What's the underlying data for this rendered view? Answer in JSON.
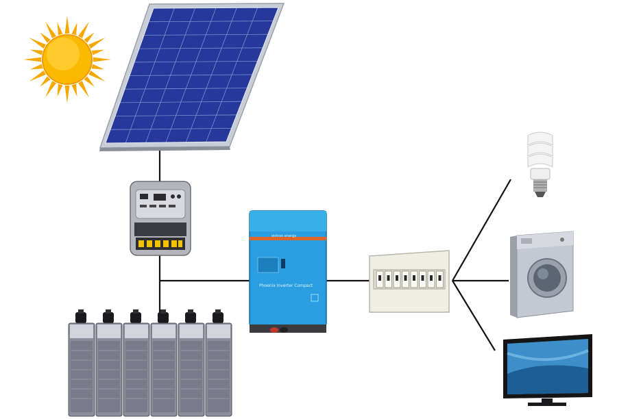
{
  "diagram": {
    "components": [
      {
        "id": "sun",
        "icon": "sun-icon"
      },
      {
        "id": "solar-panel",
        "icon": "solar-panel-icon"
      },
      {
        "id": "charge-controller",
        "icon": "charge-controller-icon"
      },
      {
        "id": "battery-bank",
        "icon": "battery-icon",
        "cell_count": 6
      },
      {
        "id": "inverter",
        "icon": "inverter-icon"
      },
      {
        "id": "breaker-panel",
        "icon": "breaker-panel-icon",
        "breaker_count": 8
      },
      {
        "id": "lamp",
        "icon": "cfl-bulb-icon"
      },
      {
        "id": "washing-machine",
        "icon": "washing-machine-icon"
      },
      {
        "id": "television",
        "icon": "tv-icon"
      }
    ],
    "connections": [
      {
        "from": "solar-panel",
        "to": "charge-controller"
      },
      {
        "from": "charge-controller",
        "to": "battery-bank"
      },
      {
        "from": "battery-bank",
        "to": "inverter"
      },
      {
        "from": "inverter",
        "to": "breaker-panel"
      },
      {
        "from": "breaker-panel",
        "to": "lamp"
      },
      {
        "from": "breaker-panel",
        "to": "washing-machine"
      },
      {
        "from": "breaker-panel",
        "to": "television"
      }
    ]
  },
  "inverter": {
    "brand_text": "victron energy",
    "model_text": "Phoenix Inverter Compact"
  },
  "colors": {
    "sun": "#f7b500",
    "panel_cell": "#2b3f9e",
    "panel_frame": "#c8ccd6",
    "inverter_body": "#2a9ee0",
    "inverter_stripe": "#e0652a",
    "wire": "#111111",
    "battery_body": "#8b8c99"
  }
}
